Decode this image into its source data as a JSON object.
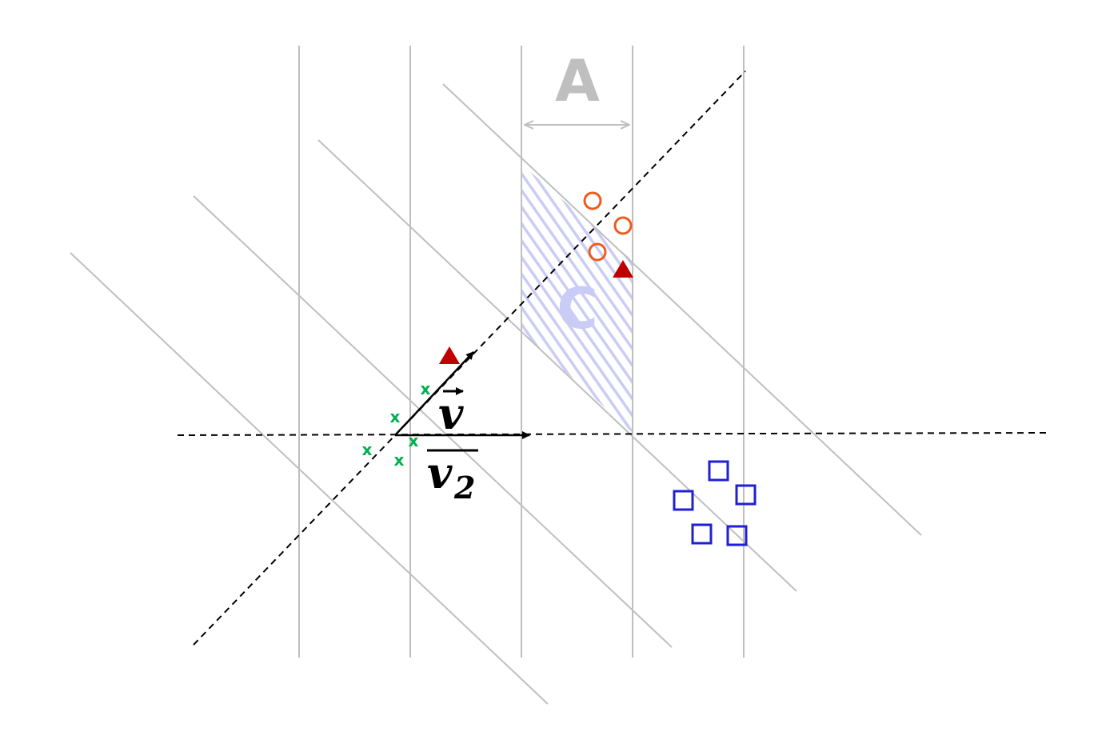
{
  "labels": {
    "region_a": "A",
    "region_c": "C",
    "vector_v": "v",
    "vector_v2": "v",
    "vector_v2_subscript": "2"
  },
  "markers": {
    "x_mark": "x"
  },
  "colors": {
    "grid": "#bfbfbf",
    "hatch": "#c9ccf5",
    "circles": "#f05a1a",
    "squares": "#1f1fd6",
    "triangles": "#c00000",
    "crosses": "#00b050",
    "axes": "#000000"
  }
}
